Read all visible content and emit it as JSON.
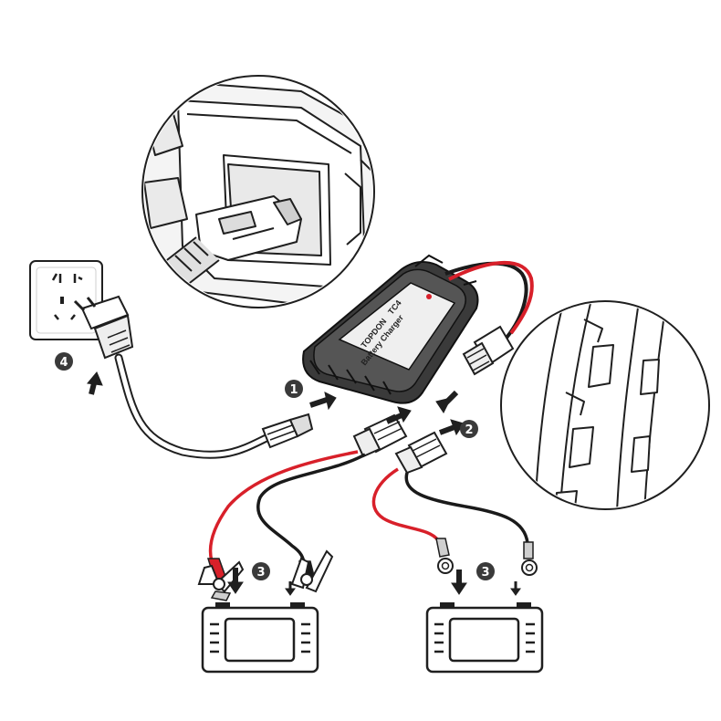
{
  "steps": [
    {
      "id": "step-1",
      "label": "1"
    },
    {
      "id": "step-2",
      "label": "2"
    },
    {
      "id": "step-3a",
      "label": "3"
    },
    {
      "id": "step-3b",
      "label": "3"
    },
    {
      "id": "step-4",
      "label": "4"
    }
  ],
  "device": {
    "brand": "TOPDON",
    "line1": "TC4",
    "line2": "Battery Charger"
  },
  "colors": {
    "red_cable": "#d8202a",
    "black_cable": "#1a1a1a",
    "outline": "#1f1f1f",
    "badge": "#3a3a3a",
    "arrow": "#1f1f1f"
  },
  "icons": [
    "wall-outlet-icon",
    "power-plug-icon",
    "charger-device-icon",
    "clamp-icon",
    "ring-terminal-icon",
    "battery-icon",
    "arrow-icon"
  ]
}
